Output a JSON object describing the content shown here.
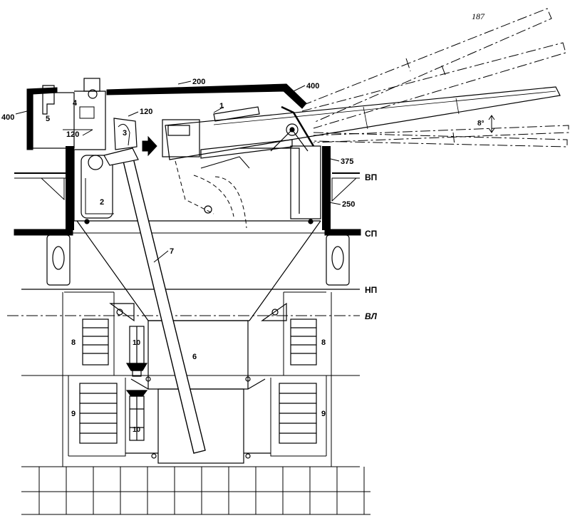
{
  "page_number": "187",
  "armor": {
    "roof": "200",
    "front_slope": "400",
    "side_left": "400",
    "rear_upper_a": "120",
    "rear_upper_b": "120",
    "barbette_upper": "375",
    "barbette_lower": "250"
  },
  "decks": {
    "upper": "ВП",
    "middle": "СП",
    "lower": "НП",
    "waterline": "ВЛ"
  },
  "parts": {
    "p1": "1",
    "p2": "2",
    "p3": "3",
    "p4": "4",
    "p5": "5",
    "p6": "6",
    "p7": "7",
    "p8_left": "8",
    "p8_right": "8",
    "p9_left": "9",
    "p9_right": "9",
    "p10_top": "10",
    "p10_bottom": "10"
  },
  "angle": "8°"
}
